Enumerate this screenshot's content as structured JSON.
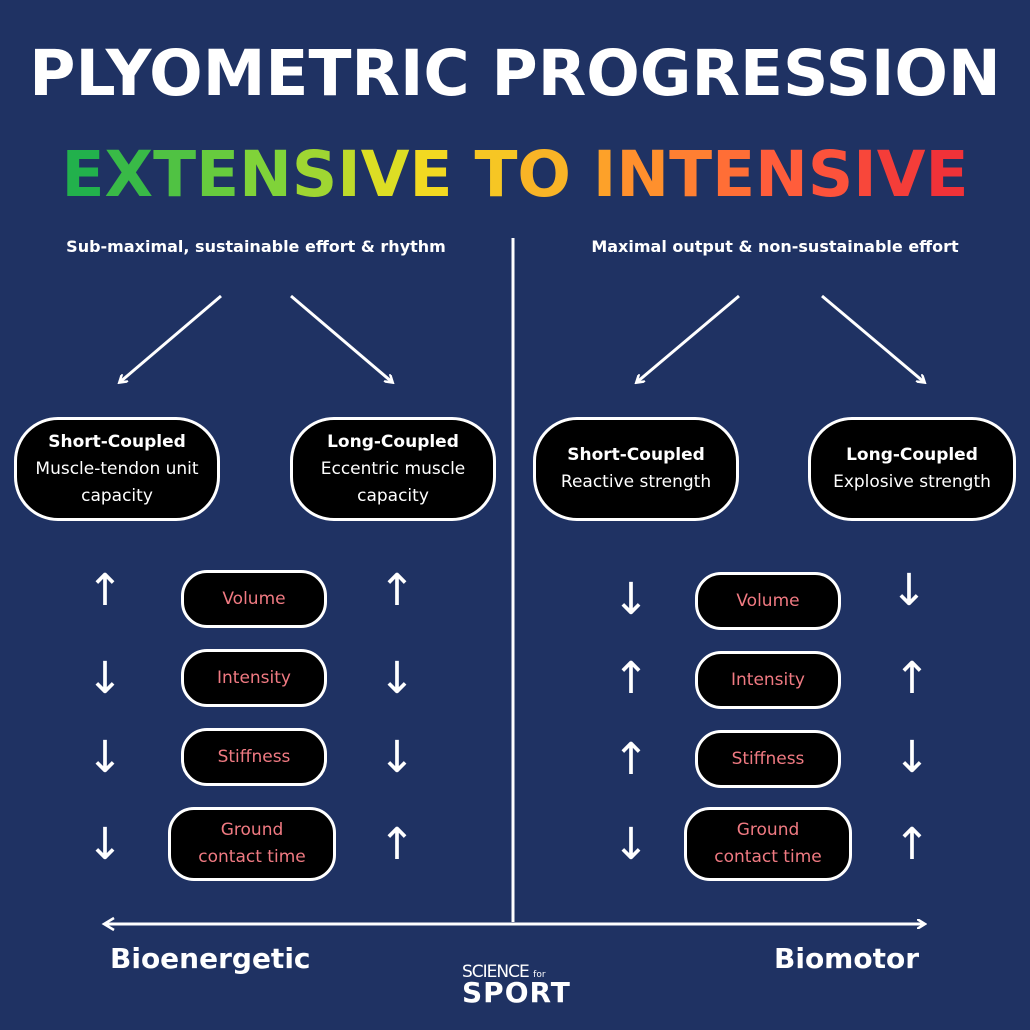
{
  "title": "PLYOMETRIC PROGRESSION",
  "subtitle": {
    "words": [
      "EXTENSIVE",
      "TO",
      "INTENSIVE"
    ],
    "gradient": [
      "#22b14c",
      "#7ad23a",
      "#f0e020",
      "#ff9a2a",
      "#ff5a3c",
      "#f03238"
    ]
  },
  "left": {
    "heading": "Sub-maximal, sustainable effort & rhythm",
    "short": {
      "title": "Short-Coupled",
      "line1": "Muscle-tendon unit",
      "line2": "capacity"
    },
    "long": {
      "title": "Long-Coupled",
      "line1": "Eccentric muscle",
      "line2": "capacity"
    },
    "metrics": [
      "Volume",
      "Intensity",
      "Stiffness",
      "Ground contact time"
    ],
    "short_arrows": [
      "↑",
      "↓",
      "↓",
      "↓"
    ],
    "long_arrows": [
      "↑",
      "↓",
      "↓",
      "↑"
    ]
  },
  "right": {
    "heading": "Maximal output & non-sustainable effort",
    "short": {
      "title": "Short-Coupled",
      "line1": "Reactive strength"
    },
    "long": {
      "title": "Long-Coupled",
      "line1": "Explosive strength"
    },
    "metrics": [
      "Volume",
      "Intensity",
      "Stiffness",
      "Ground contact time"
    ],
    "short_arrows": [
      "↓",
      "↑",
      "↑",
      "↓"
    ],
    "long_arrows": [
      "↓",
      "↑",
      "↓",
      "↑"
    ]
  },
  "metric_lines": {
    "ground_1": "Ground",
    "ground_2": "contact time"
  },
  "bottom": {
    "left": "Bioenergetic",
    "right": "Biomotor"
  },
  "logo": {
    "line1": "SCIENCE",
    "small": "for",
    "line2": "SPORT"
  },
  "colors": {
    "background": "#1f3263",
    "metric_text": "#f07a82"
  }
}
